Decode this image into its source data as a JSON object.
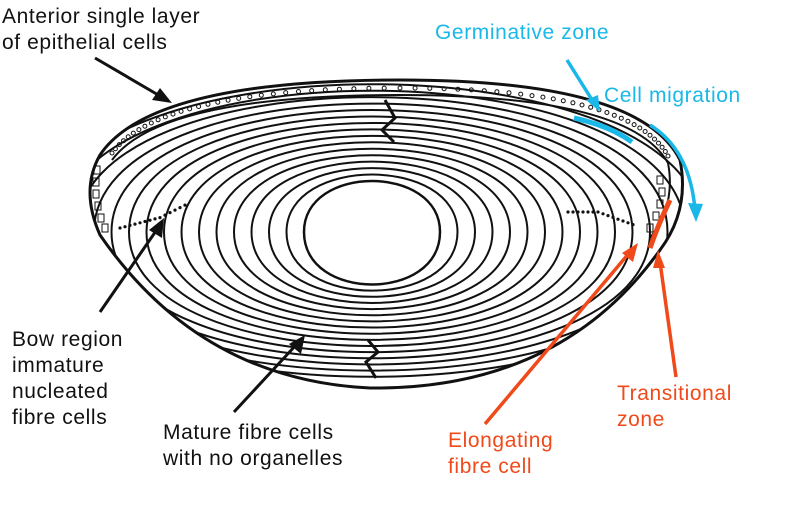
{
  "labels": {
    "anterior_layer": "Anterior single layer\nof epithelial cells",
    "germinative_zone": "Germinative zone",
    "cell_migration": "Cell migration",
    "bow_region": "Bow region\nimmature\nnucleated\nfibre cells",
    "mature_fibre": "Mature fibre cells\nwith no organelles",
    "transitional_zone": "Transitional\nzone",
    "elongating_fibre": "Elongating\nfibre cell"
  },
  "colors": {
    "outline": "#111111",
    "structure_text": "#111111",
    "germinative": "#1ab8e8",
    "transitional": "#f04a1a"
  }
}
